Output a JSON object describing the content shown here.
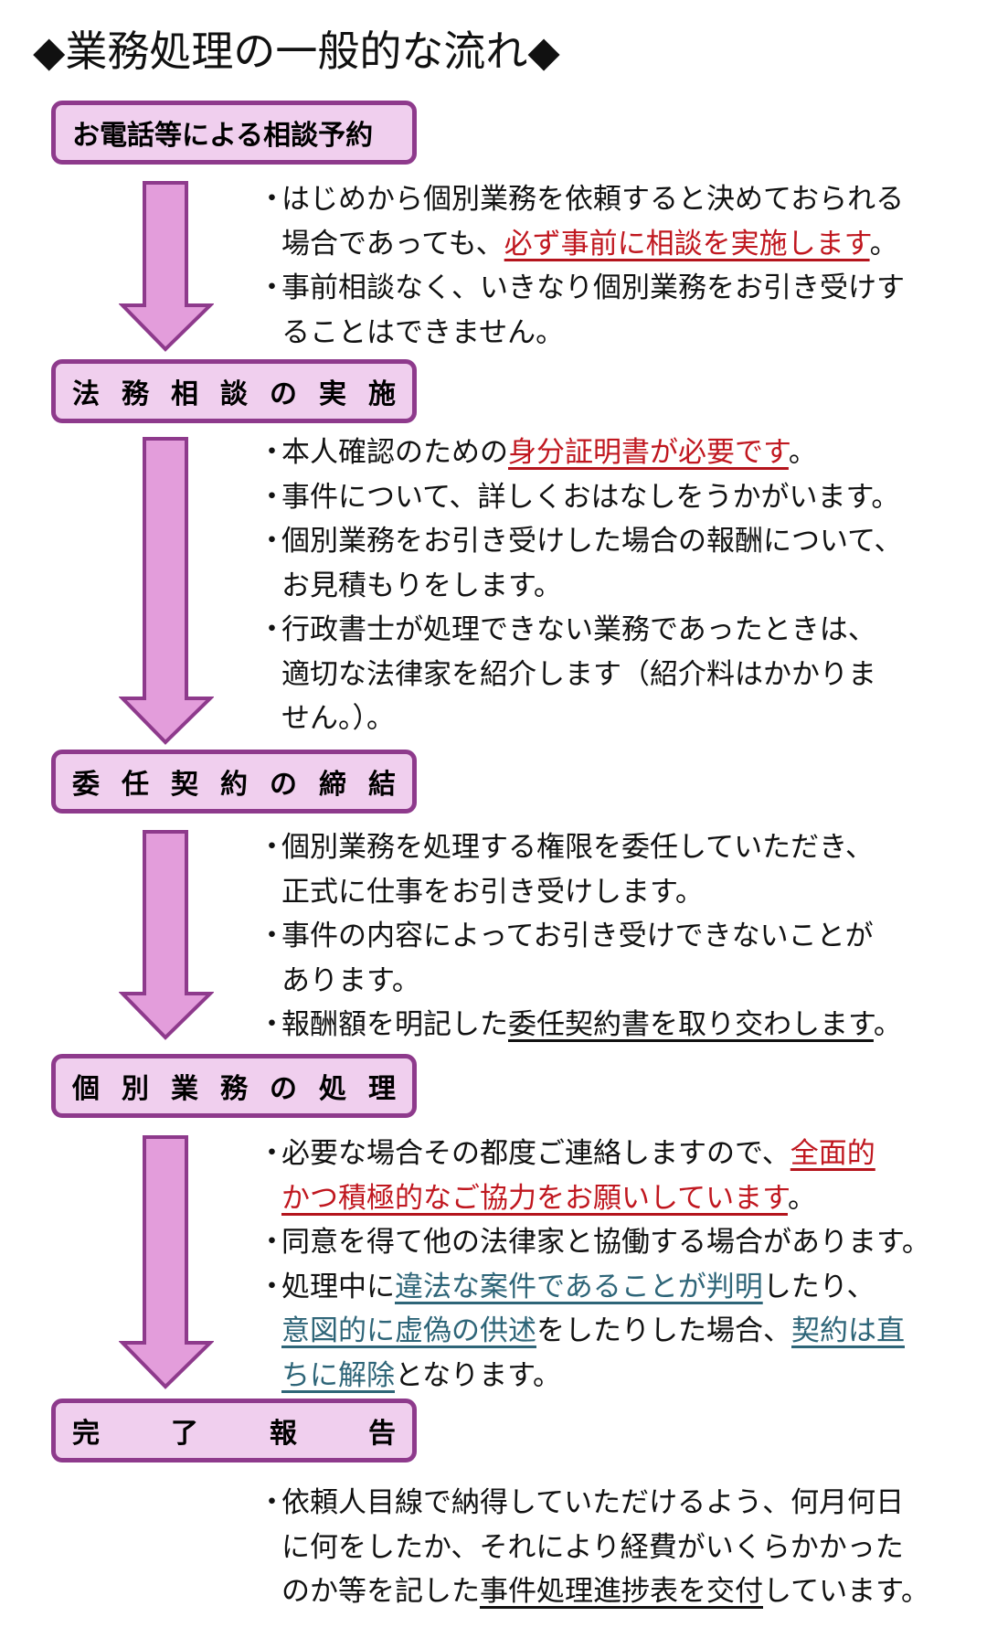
{
  "title": "◆業務処理の一般的な流れ◆",
  "colors": {
    "box_fill": "#f0cfee",
    "box_border": "#8e3a8c",
    "arrow_fill": "#e39ddb",
    "arrow_border": "#8e3a8c",
    "emphasis_red": "#c0171f",
    "emphasis_teal": "#2e6578"
  },
  "bullet": "・",
  "steps": [
    {
      "label": "お電話等による相談予約",
      "spaced": false,
      "notes": [
        {
          "lines": [
            [
              {
                "t": "はじめから個別業務を依頼すると決めておられる"
              }
            ],
            [
              {
                "t": "場合であっても、"
              },
              {
                "t": "必ず事前に相談を実施します",
                "style": "red"
              },
              {
                "t": "。"
              }
            ]
          ]
        },
        {
          "lines": [
            [
              {
                "t": "事前相談なく、いきなり個別業務をお引き受けす"
              }
            ],
            [
              {
                "t": "ることはできません。"
              }
            ]
          ]
        }
      ]
    },
    {
      "label": "法務相談の実施",
      "spaced": true,
      "notes": [
        {
          "lines": [
            [
              {
                "t": "本人確認のための"
              },
              {
                "t": "身分証明書が必要です",
                "style": "red"
              },
              {
                "t": "。"
              }
            ]
          ]
        },
        {
          "lines": [
            [
              {
                "t": "事件について、詳しくおはなしをうかがいます。"
              }
            ]
          ]
        },
        {
          "lines": [
            [
              {
                "t": "個別業務をお引き受けした場合の報酬について、"
              }
            ],
            [
              {
                "t": "お見積もりをします。"
              }
            ]
          ]
        },
        {
          "lines": [
            [
              {
                "t": "行政書士が処理できない業務であったときは、"
              }
            ],
            [
              {
                "t": "適切な法律家を紹介します（紹介料はかかりま"
              }
            ],
            [
              {
                "t": "せん。）。"
              }
            ]
          ]
        }
      ]
    },
    {
      "label": "委任契約の締結",
      "spaced": true,
      "notes": [
        {
          "lines": [
            [
              {
                "t": "個別業務を処理する権限を委任していただき、"
              }
            ],
            [
              {
                "t": "正式に仕事をお引き受けします。"
              }
            ]
          ]
        },
        {
          "lines": [
            [
              {
                "t": "事件の内容によってお引き受けできないことが"
              }
            ],
            [
              {
                "t": "あります。"
              }
            ]
          ]
        },
        {
          "lines": [
            [
              {
                "t": "報酬額を明記した"
              },
              {
                "t": "委任契約書を取り交わします",
                "style": "ul"
              },
              {
                "t": "。"
              }
            ]
          ]
        }
      ]
    },
    {
      "label": "個別業務の処理",
      "spaced": true,
      "notes": [
        {
          "lines": [
            [
              {
                "t": "必要な場合その都度ご連絡しますので、"
              },
              {
                "t": "全面的",
                "style": "red"
              }
            ],
            [
              {
                "t": "かつ積極的なご協力をお願いしています",
                "style": "red"
              },
              {
                "t": "。"
              }
            ]
          ]
        },
        {
          "lines": [
            [
              {
                "t": "同意を得て他の法律家と協働する場合があります。"
              }
            ]
          ]
        },
        {
          "lines": [
            [
              {
                "t": "処理中に"
              },
              {
                "t": "違法な案件であることが判明",
                "style": "teal"
              },
              {
                "t": "したり、"
              }
            ],
            [
              {
                "t": "意図的に虚偽の供述",
                "style": "teal"
              },
              {
                "t": "をしたりした場合、"
              },
              {
                "t": "契約は直",
                "style": "teal"
              }
            ],
            [
              {
                "t": "ちに解除",
                "style": "teal"
              },
              {
                "t": "となります。"
              }
            ]
          ]
        }
      ]
    },
    {
      "label": "完了報告",
      "spaced": true,
      "notes": [
        {
          "lines": [
            [
              {
                "t": "依頼人目線で納得していただけるよう、何月何日"
              }
            ],
            [
              {
                "t": "に何をしたか、それにより経費がいくらかかった"
              }
            ],
            [
              {
                "t": "のか等を記した"
              },
              {
                "t": "事件処理進捗表を交付",
                "style": "ul"
              },
              {
                "t": "しています。"
              }
            ]
          ]
        }
      ]
    }
  ]
}
